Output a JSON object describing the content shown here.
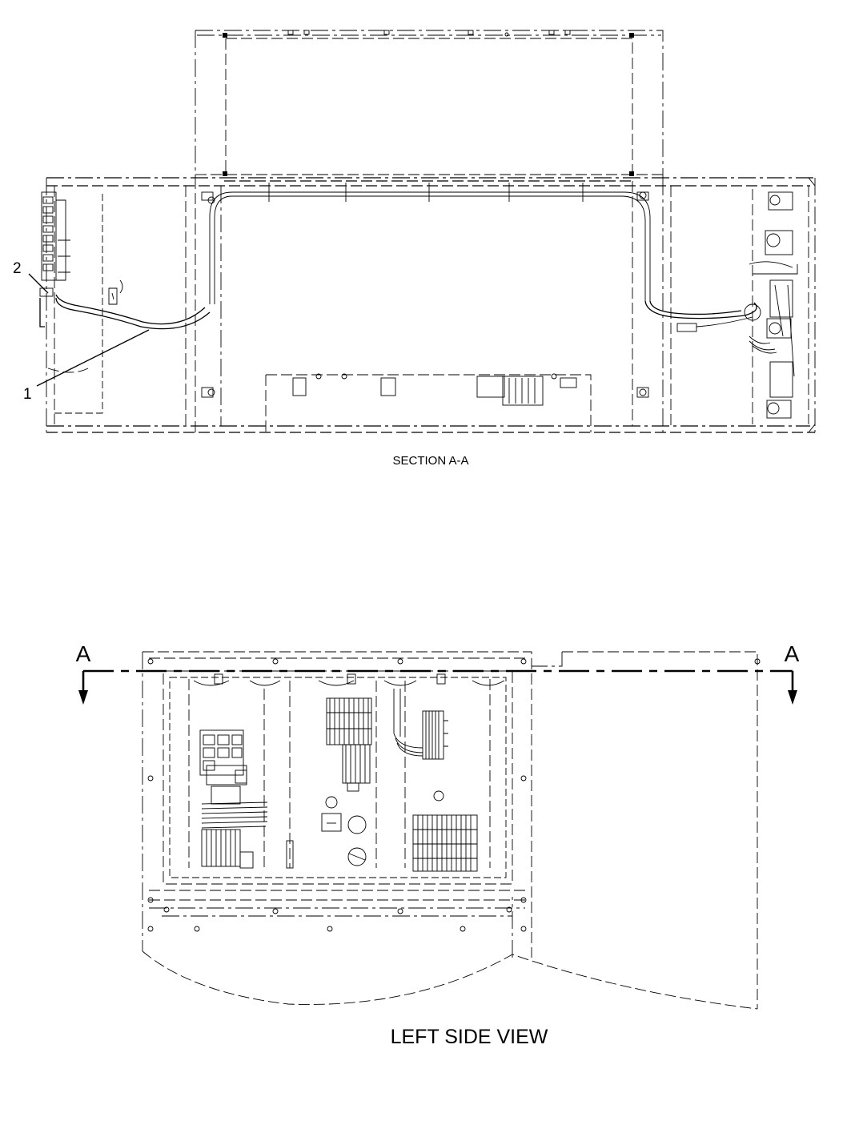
{
  "section_view": {
    "title": "SECTION A-A",
    "callouts": [
      {
        "id": "callout-1",
        "label": "1"
      },
      {
        "id": "callout-2",
        "label": "2"
      }
    ]
  },
  "side_view": {
    "title": "LEFT SIDE VIEW",
    "section_marker_left": "A",
    "section_marker_right": "A"
  }
}
